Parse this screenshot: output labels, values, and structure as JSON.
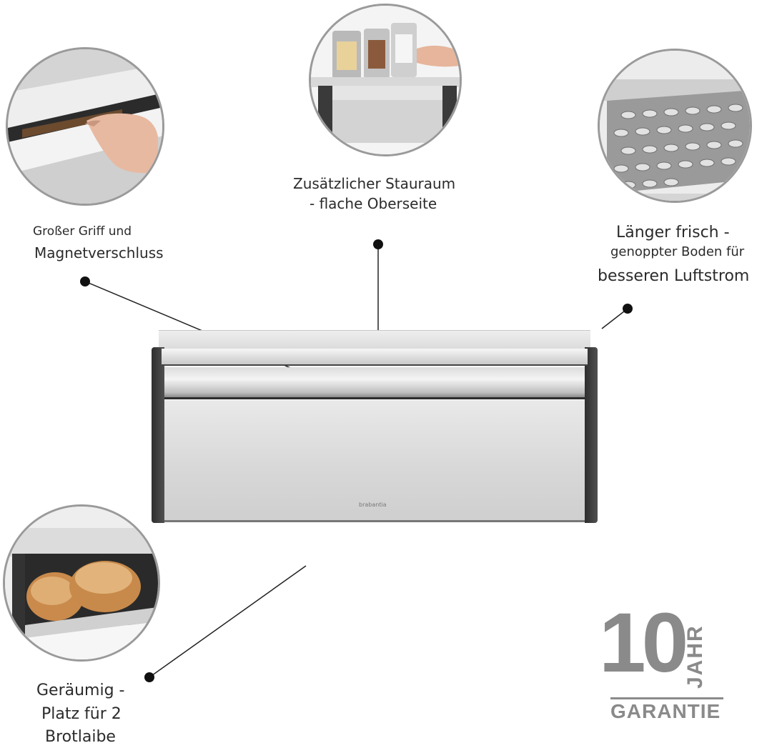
{
  "callouts": {
    "storage": {
      "line1": "Zusätzlicher Stauraum",
      "line2": "- flache Oberseite"
    },
    "handle": {
      "line1": "Großer Griff und",
      "line2": "Magnetverschluss"
    },
    "fresh": {
      "line1": "Länger frisch -",
      "line2": "genoppter Boden für",
      "line3": "besseren Luftstrom"
    },
    "spacious": {
      "line1": "Geräumig -",
      "line2": "Platz für 2",
      "line3": "Brotlaibe"
    }
  },
  "product": {
    "brand": "brabantia"
  },
  "badge": {
    "number": "10",
    "unit": "JAHR",
    "caption": "GARANTIE"
  },
  "colors": {
    "badge_gray": "#8a8a8a",
    "circle_border": "#9a9a9a",
    "dot": "#111111"
  }
}
